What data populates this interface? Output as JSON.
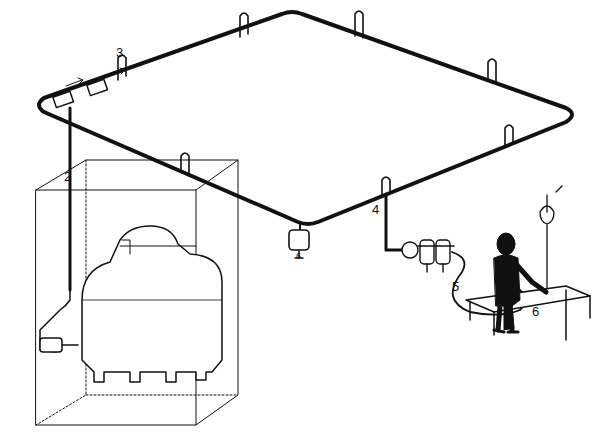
{
  "diagram": {
    "labels": [
      "3",
      "2",
      "6",
      "4",
      "5",
      "6"
    ]
  }
}
